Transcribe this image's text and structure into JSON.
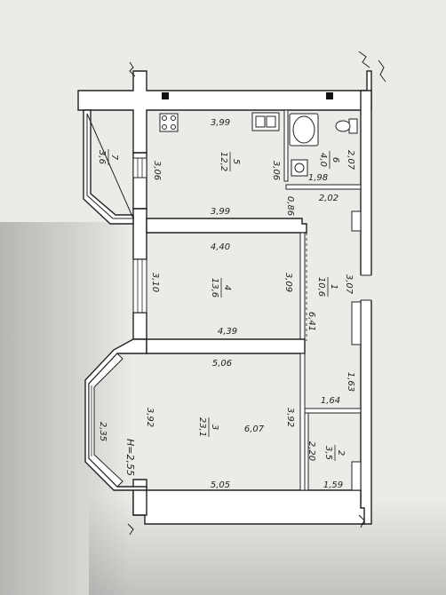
{
  "plan": {
    "ceiling_height": "H=2,55",
    "rooms": [
      {
        "number": "1",
        "area": "10,6"
      },
      {
        "number": "2",
        "area": "3,5"
      },
      {
        "number": "3",
        "area": "23,1"
      },
      {
        "number": "4",
        "area": "13,6"
      },
      {
        "number": "5",
        "area": "12,2"
      },
      {
        "number": "6",
        "area": "4,0"
      },
      {
        "number": "7",
        "area": "3,6"
      }
    ],
    "dimensions": {
      "d_3_99_a": "3,99",
      "d_3_06_a": "3,06",
      "d_3_06_b": "3,06",
      "d_1_98": "1,98",
      "d_2_07": "2,07",
      "d_2_02": "2,02",
      "d_0_86": "0,86",
      "d_3_99_b": "3,99",
      "d_4_40": "4,40",
      "d_3_10": "3,10",
      "d_3_09": "3,09",
      "d_3_07": "3,07",
      "d_6_41": "6,41",
      "d_4_39": "4,39",
      "d_5_06": "5,06",
      "d_1_63": "1,63",
      "d_1_64": "1,64",
      "d_3_92_a": "3,92",
      "d_3_92_b": "3,92",
      "d_6_07": "6,07",
      "d_2_35": "2,35",
      "d_2_20": "2,20",
      "d_5_05": "5,05",
      "d_1_59": "1,59"
    }
  }
}
